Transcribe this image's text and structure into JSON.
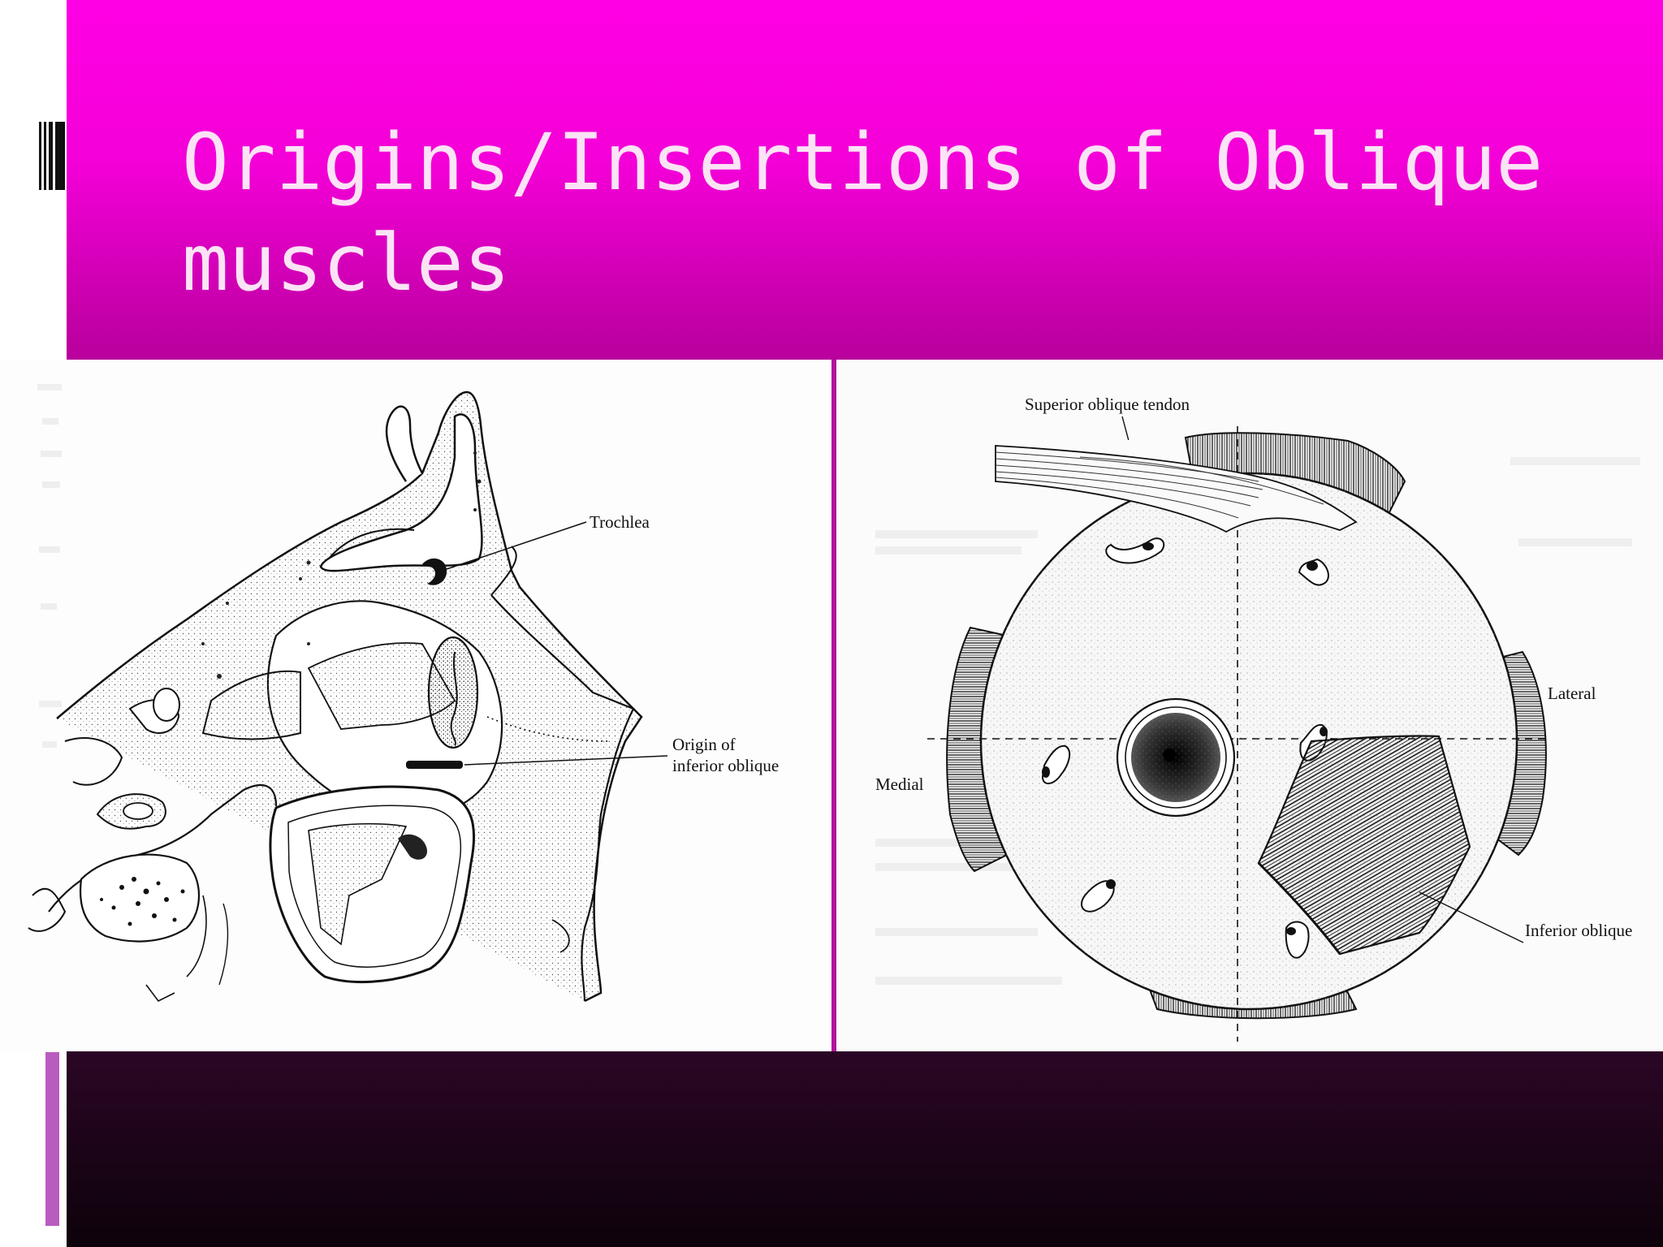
{
  "slide": {
    "title": "Origins/Insertions of Oblique muscles",
    "colors": {
      "header_top": "#ff00e4",
      "header_bottom": "#b8009c",
      "title_text": "#fbe3f6",
      "footer": "#1a0416",
      "accent_bar": "#b95cc0"
    }
  },
  "left_figure": {
    "labels": {
      "trochlea": "Trochlea",
      "origin_line1": "Origin of",
      "origin_line2": "inferior oblique"
    }
  },
  "right_figure": {
    "labels": {
      "superior_tendon": "Superior oblique tendon",
      "lateral": "Lateral",
      "medial": "Medial",
      "inferior_oblique": "Inferior oblique"
    }
  }
}
